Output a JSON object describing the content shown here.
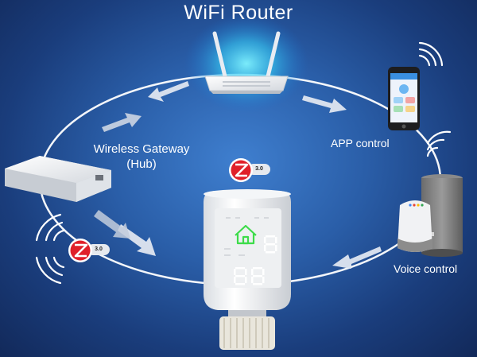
{
  "title": "WiFi Router",
  "gateway": {
    "line1": "Wireless Gateway",
    "line2": "(Hub)"
  },
  "app_control": "APP control",
  "voice_control": "Voice control",
  "zigbee_version": "3.0",
  "thermostat_display": {
    "digits_top": "8",
    "digits_bottom": "88"
  },
  "colors": {
    "background_center": "#3f7fcf",
    "background_edge": "#12295a",
    "ring": "#ffffff",
    "zigbee_red": "#e0202a",
    "home_icon_green": "#3ddc4a"
  }
}
